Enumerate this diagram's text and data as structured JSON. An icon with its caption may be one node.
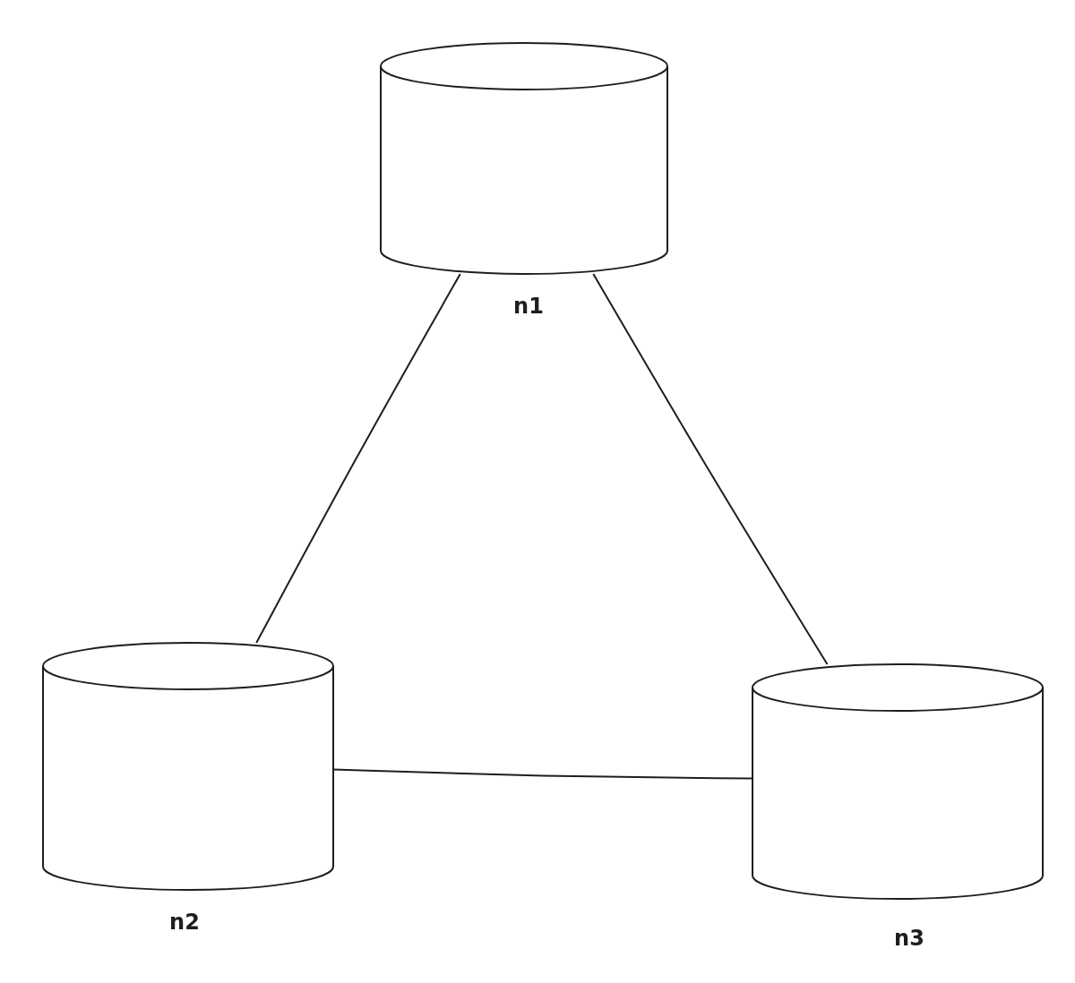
{
  "diagram": {
    "nodes": [
      {
        "text": [
          "n1"
        ]
      },
      {
        "text": [
          "n2"
        ]
      },
      {
        "text": [
          "n3"
        ]
      }
    ],
    "edges": [
      {
        "from": 0,
        "to": 1,
        "arrow": "none"
      },
      {
        "from": 0,
        "to": 2,
        "arrow": "none"
      },
      {
        "from": 1,
        "to": 2,
        "arrow": "none"
      }
    ]
  }
}
